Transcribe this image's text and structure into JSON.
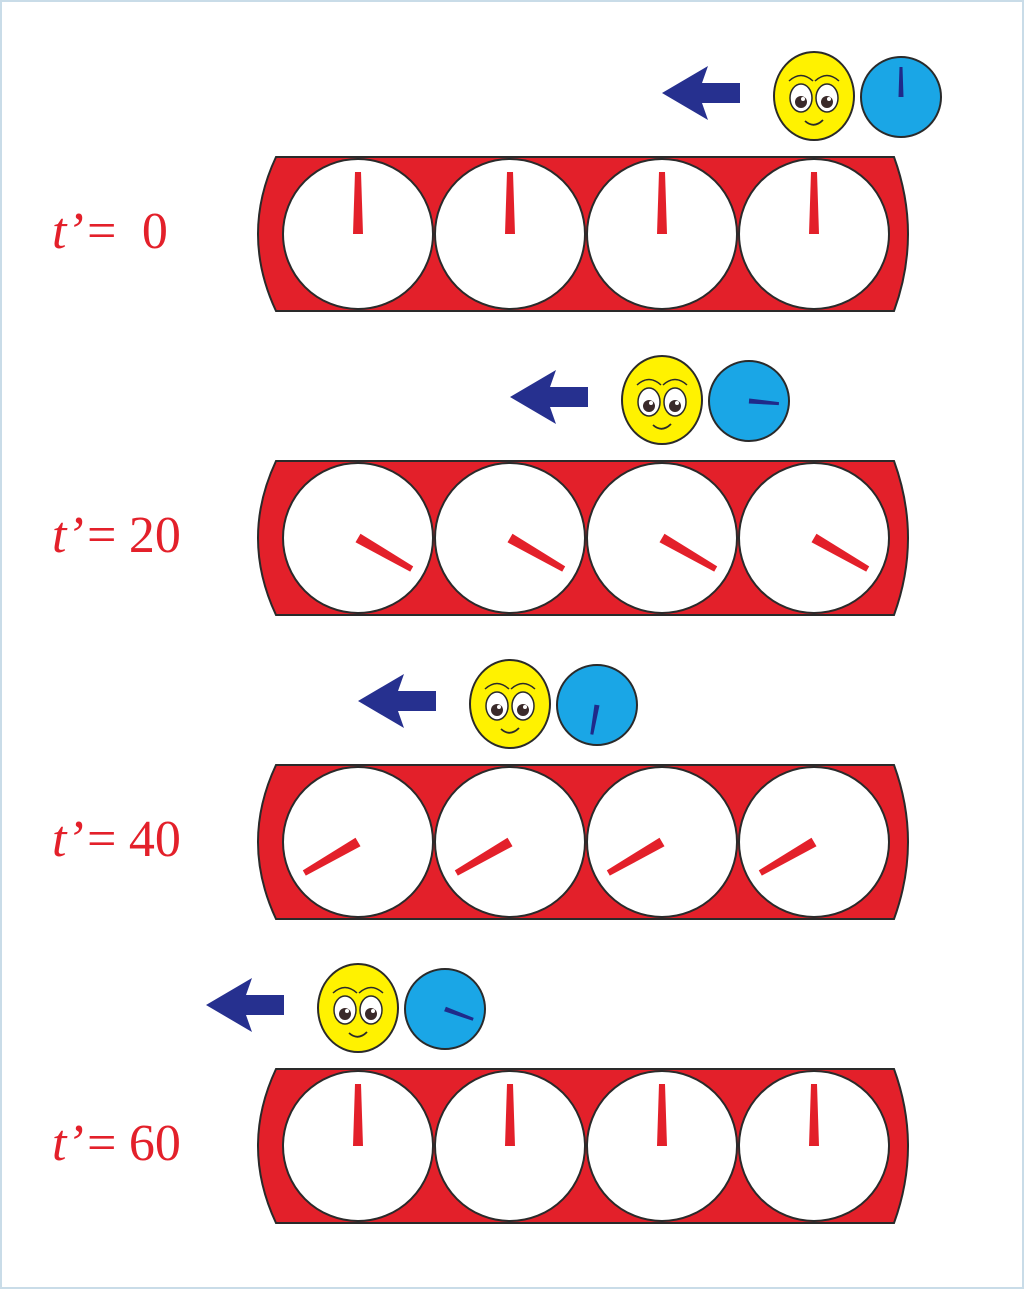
{
  "frame": {
    "border_color": "#c9dce8"
  },
  "colors": {
    "red": "#e3202a",
    "dial_face": "#ffffff",
    "outline": "#2a2a2a",
    "face_yellow": "#fff200",
    "moving_clock": "#1aa6e6",
    "moving_hand": "#1f2a8a",
    "arrow": "#26308f"
  },
  "rows": [
    {
      "label_prefix": "t’=",
      "label_value": " 0",
      "rail_hand_angle_deg": 0,
      "moving_hand_angle_deg": 0
    },
    {
      "label_prefix": "t’=",
      "label_value": "20",
      "rail_hand_angle_deg": 120,
      "moving_hand_angle_deg": 95
    },
    {
      "label_prefix": "t’=",
      "label_value": "40",
      "rail_hand_angle_deg": 240,
      "moving_hand_angle_deg": 190
    },
    {
      "label_prefix": "t’=",
      "label_value": "60",
      "rail_hand_angle_deg": 0,
      "moving_hand_angle_deg": 110
    }
  ],
  "icons": {
    "direction": "arrow-left-icon",
    "observer": "smiley-face-icon",
    "moving_clock": "clock-icon"
  }
}
